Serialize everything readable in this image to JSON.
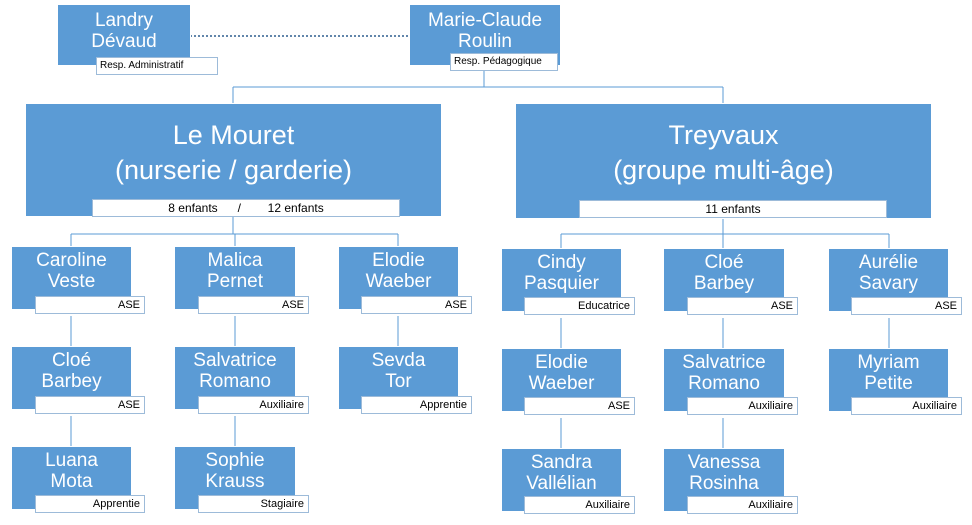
{
  "top": {
    "admin": {
      "name": "Landry\nDévaud",
      "role": "Resp. Administratif"
    },
    "pedago": {
      "name": "Marie-Claude\nRoulin",
      "role": "Resp. Pédagogique"
    }
  },
  "sites": {
    "mouret": {
      "name": "Le Mouret\n(nurserie / garderie)",
      "caption": "8 enfants      /        12 enfants"
    },
    "treyvaux": {
      "name": "Treyvaux\n(groupe multi-âge)",
      "caption": "11 enfants"
    }
  },
  "mouret_cols": [
    [
      {
        "name": "Caroline\nVeste",
        "role": "ASE"
      },
      {
        "name": "Cloé\nBarbey",
        "role": "ASE"
      },
      {
        "name": "Luana\nMota",
        "role": "Apprentie"
      }
    ],
    [
      {
        "name": "Malica\nPernet",
        "role": "ASE"
      },
      {
        "name": "Salvatrice\nRomano",
        "role": "Auxiliaire"
      },
      {
        "name": "Sophie\nKrauss",
        "role": "Stagiaire"
      }
    ],
    [
      {
        "name": "Elodie\nWaeber",
        "role": "ASE"
      },
      {
        "name": "Sevda\nTor",
        "role": "Apprentie"
      }
    ]
  ],
  "treyvaux_cols": [
    [
      {
        "name": "Cindy\nPasquier",
        "role": "Educatrice"
      },
      {
        "name": "Elodie\nWaeber",
        "role": "ASE"
      },
      {
        "name": "Sandra\nVallélian",
        "role": "Auxiliaire"
      }
    ],
    [
      {
        "name": "Cloé\nBarbey",
        "role": "ASE"
      },
      {
        "name": "Salvatrice\nRomano",
        "role": "Auxiliaire"
      },
      {
        "name": "Vanessa\nRosinha",
        "role": "Auxiliaire"
      }
    ],
    [
      {
        "name": "Aurélie\nSavary",
        "role": "ASE"
      },
      {
        "name": "Myriam\nPetite",
        "role": "Auxiliaire"
      }
    ]
  ]
}
